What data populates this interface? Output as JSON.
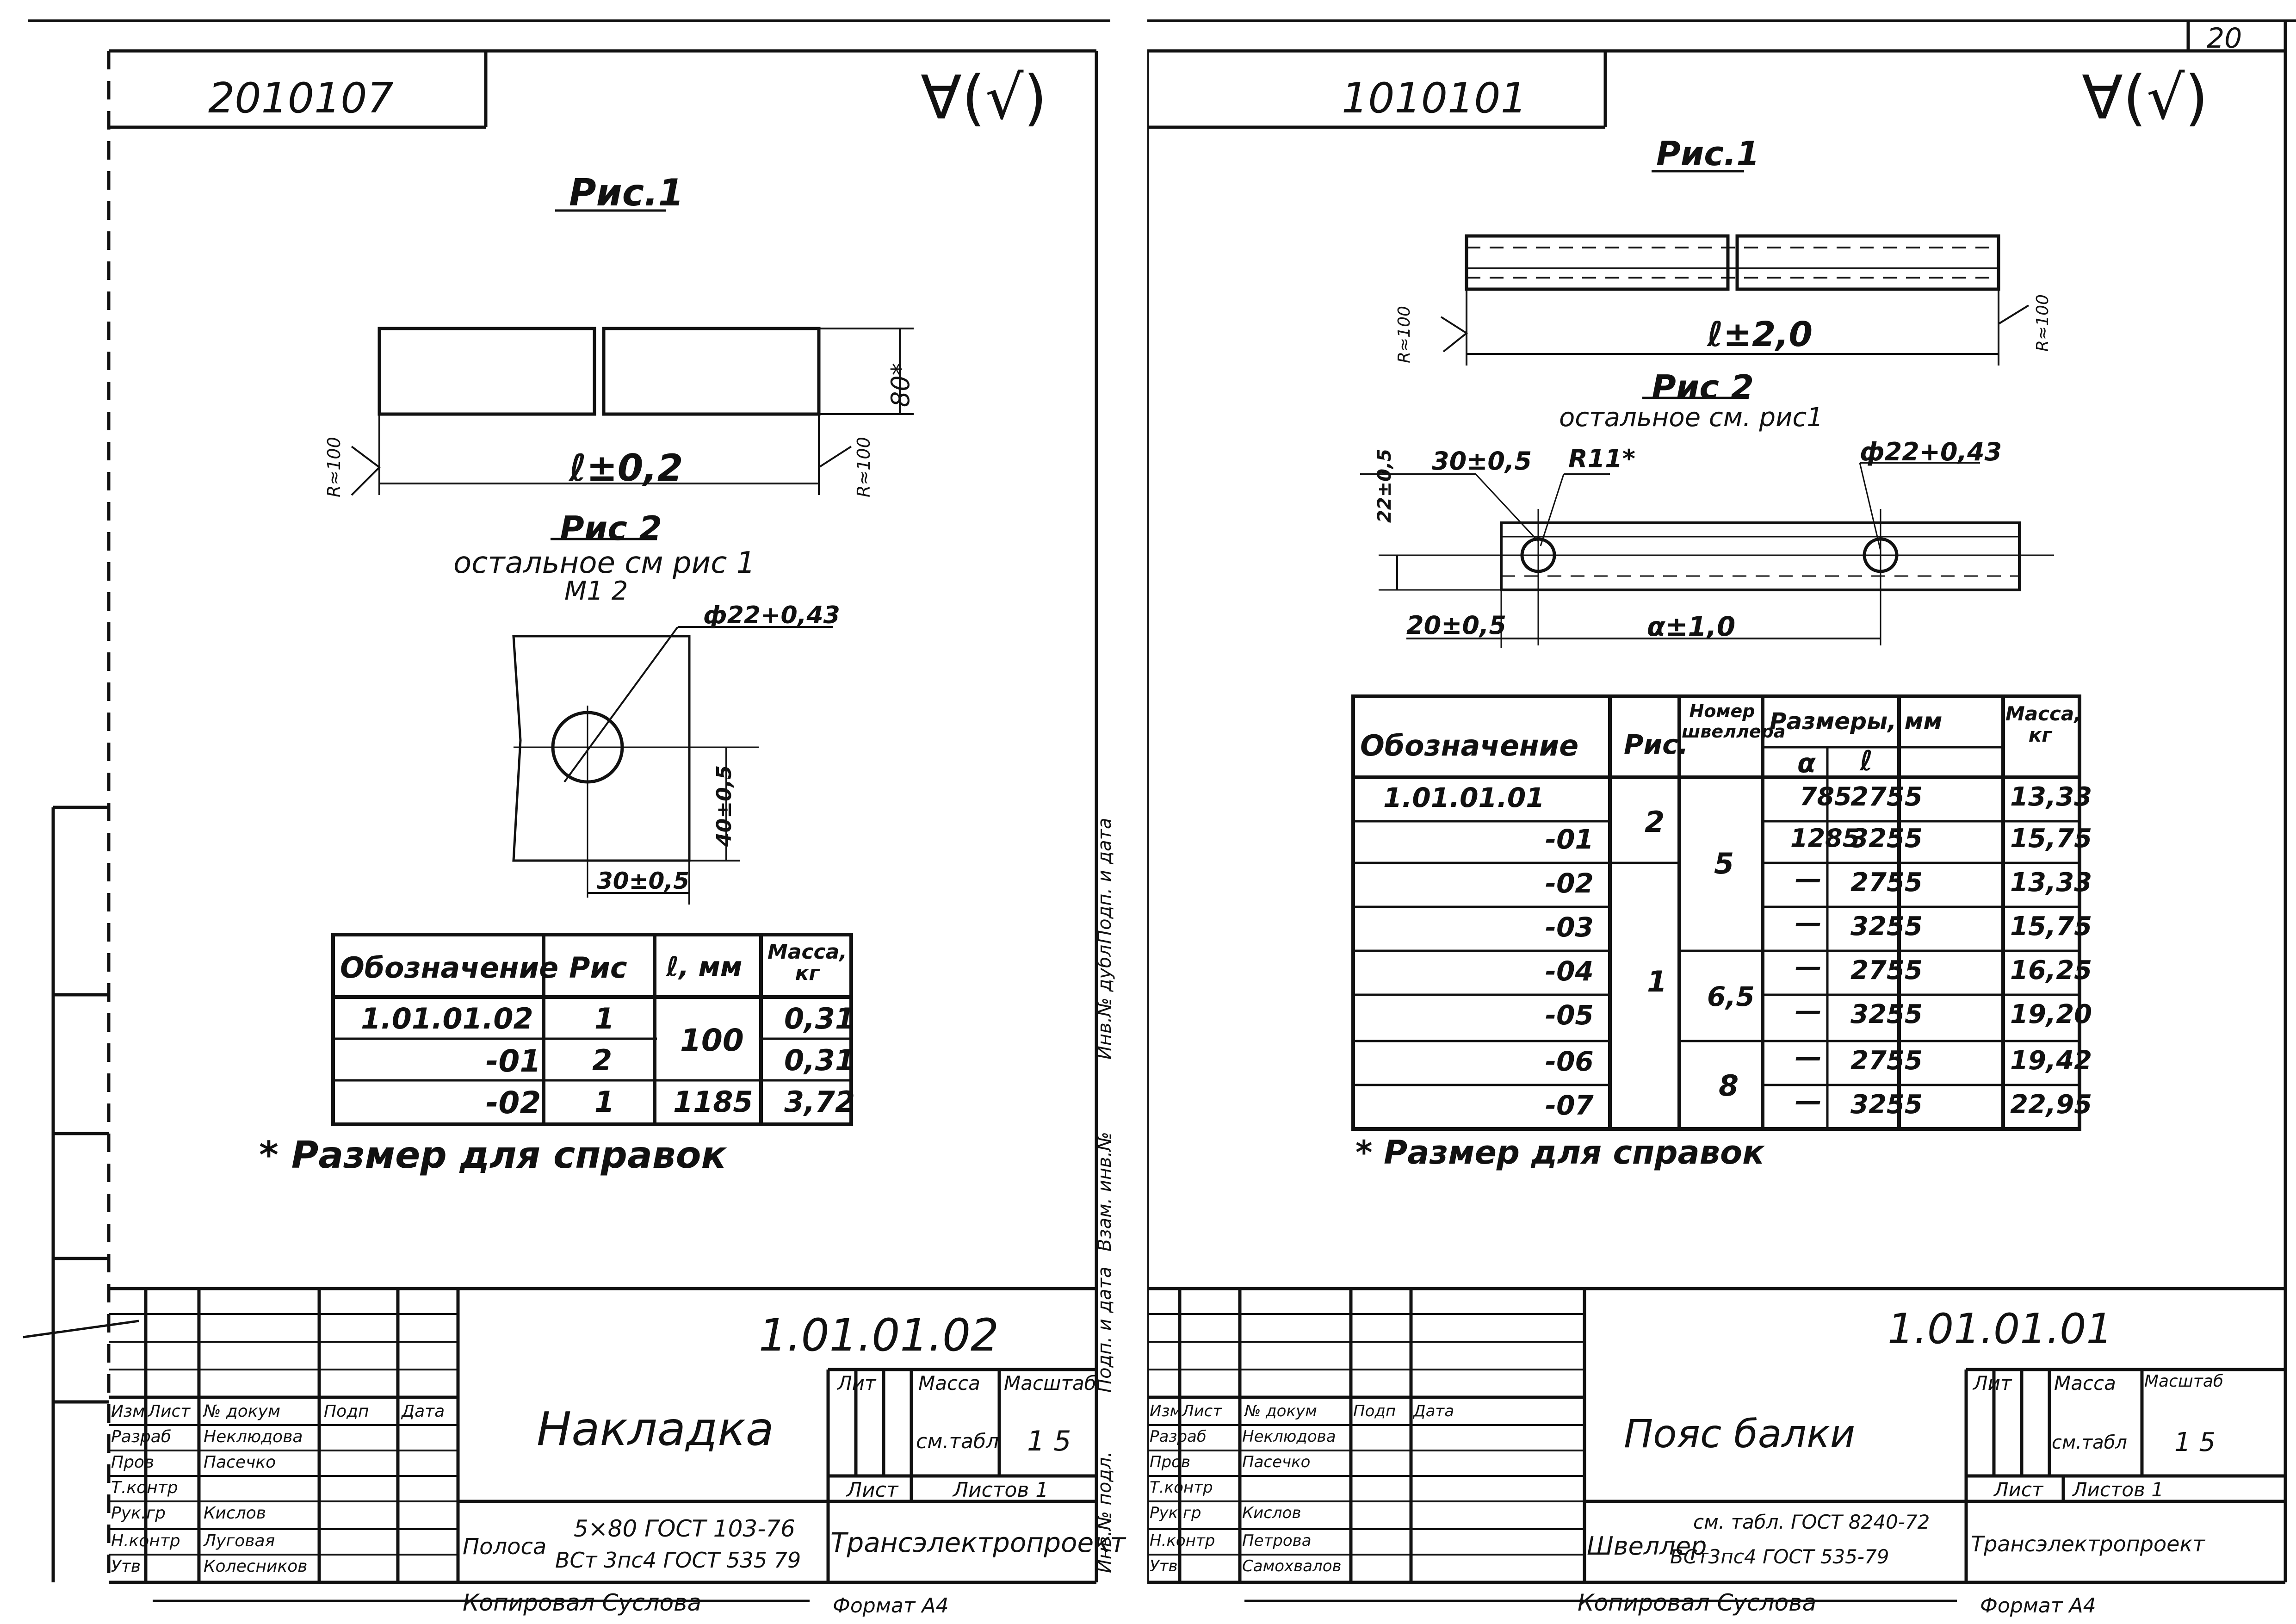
{
  "page_number": "20",
  "left": {
    "stamp_code": "2010107",
    "roughness": "∀(√)",
    "fig1_title": "Рис.1",
    "fig1_length": "ℓ±0,2",
    "fig1_height": "80*",
    "fig1_radius_left": "R≈100",
    "fig1_radius_right": "R≈100",
    "fig2_title": "Рис 2",
    "fig2_note1": "остальное см рис 1",
    "fig2_note2": "М1 2",
    "fig2_hole": "ф22+0,43",
    "fig2_dim_vert": "40±0,5",
    "fig2_dim_horiz": "30±0,5",
    "table": {
      "headers": [
        "Обозначение",
        "Рис",
        "ℓ, мм",
        "Масса, кг"
      ],
      "rows": [
        [
          "1.01.01.02",
          "1",
          "100",
          "0,31"
        ],
        [
          "-01",
          "2",
          "",
          "0,31"
        ],
        [
          "-02",
          "1",
          "1185",
          "3,72"
        ]
      ]
    },
    "footnote": "* Размер для справок",
    "doc_number": "1.01.01.02",
    "title": "Накладка",
    "col_lit": "Лит",
    "col_mass": "Масса",
    "col_scale": "Масштаб",
    "mass_value": "см.табл",
    "scale_value": "1 5",
    "sheet_label": "Лист",
    "sheets_label": "Листов 1",
    "material_label": "Полоса",
    "material_1": "5×80 ГОСТ 103-76",
    "material_2": "ВСт 3пс4 ГОСТ 535 79",
    "organization": "Трансэлектропроект",
    "sig_headers": [
      "Изм",
      "Лист",
      "№ докум",
      "Подп",
      "Дата"
    ],
    "sig_rows": [
      [
        "Разраб",
        "Неклюдова"
      ],
      [
        "Пров",
        "Пасечко"
      ],
      [
        "Т.контр",
        ""
      ],
      [
        "Рук.гр",
        "Кислов"
      ],
      [
        "Н.контр",
        "Луговая"
      ],
      [
        "Утв",
        "Колесников"
      ]
    ],
    "copied_by": "Копировал Суслова",
    "format": "Формат А4"
  },
  "right": {
    "stamp_code": "1010101",
    "roughness": "∀(√)",
    "fig1_title": "Рис.1",
    "fig1_length": "ℓ±2,0",
    "fig1_radius_left": "R≈100",
    "fig1_radius_right": "R≈100",
    "fig2_title": "Рис 2",
    "fig2_note": "остальное см. рис1",
    "fig2_dim_30": "30±0,5",
    "fig2_dim_r": "R11*",
    "fig2_hole": "ф22+0,43",
    "fig2_dim_22": "22±0,5",
    "fig2_dim_20": "20±0,5",
    "fig2_dim_a": "α±1,0",
    "table": {
      "headers": [
        "Обозначение",
        "Рис.",
        "Номер швеллера",
        "Размеры, мм",
        "Масса, кг"
      ],
      "sub_headers": [
        "α",
        "ℓ"
      ],
      "rows": [
        [
          "1.01.01.01",
          "2",
          "5",
          "785",
          "2755",
          "13,33"
        ],
        [
          "-01",
          "",
          "",
          "1285",
          "3255",
          "15,75"
        ],
        [
          "-02",
          "1",
          "",
          "—",
          "2755",
          "13,33"
        ],
        [
          "-03",
          "",
          "",
          "—",
          "3255",
          "15,75"
        ],
        [
          "-04",
          "",
          "6,5",
          "—",
          "2755",
          "16,25"
        ],
        [
          "-05",
          "",
          "",
          "—",
          "3255",
          "19,20"
        ],
        [
          "-06",
          "",
          "8",
          "—",
          "2755",
          "19,42"
        ],
        [
          "-07",
          "",
          "",
          "—",
          "3255",
          "22,95"
        ]
      ]
    },
    "footnote": "* Размер для справок",
    "doc_number": "1.01.01.01",
    "title": "Пояс балки",
    "col_lit": "Лит",
    "col_mass": "Масса",
    "col_scale": "Масштаб",
    "mass_value": "см.табл",
    "scale_value": "1 5",
    "sheet_label": "Лист",
    "sheets_label": "Листов 1",
    "material_label": "Швеллер",
    "material_1": "см. табл. ГОСТ 8240-72",
    "material_2": "ВСт3пс4 ГОСТ 535-79",
    "organization": "Трансэлектропроект",
    "sig_headers": [
      "Изм",
      "Лист",
      "№ докум",
      "Подп",
      "Дата"
    ],
    "sig_rows": [
      [
        "Разраб",
        "Неклюдова"
      ],
      [
        "Пров",
        "Пасечко"
      ],
      [
        "Т.контр",
        ""
      ],
      [
        "Рук.гр",
        "Кислов"
      ],
      [
        "Н.контр",
        "Петрова"
      ],
      [
        "Утв",
        "Самохвалов"
      ]
    ],
    "copied_by": "Копировал Суслова",
    "format": "Формат А4",
    "side_labels": [
      "Подп. и дата",
      "Инв.№ дубл.",
      "Взам. инв.№",
      "Подп. и дата",
      "Инв.№ подл."
    ]
  },
  "colors": {
    "ink": "#111111",
    "paper": "#ffffff"
  }
}
